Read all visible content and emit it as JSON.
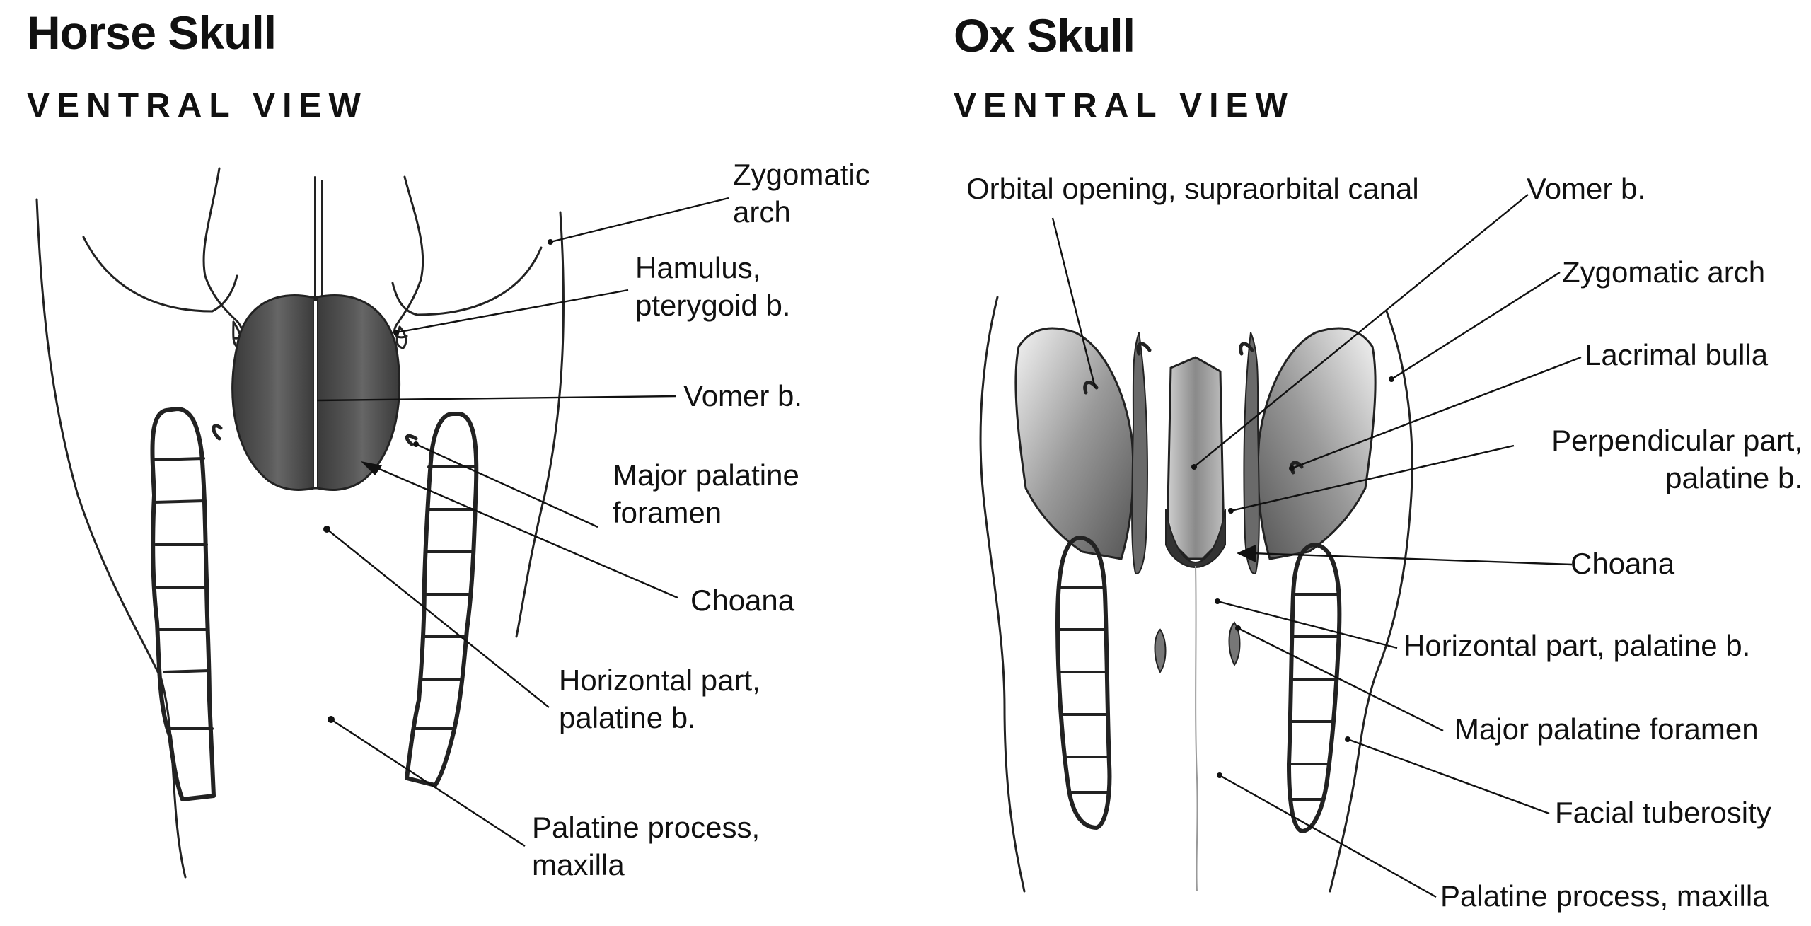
{
  "horse": {
    "title": "Horse Skull",
    "subtitle": "VENTRAL VIEW",
    "labels": {
      "zygomatic_arch": "Zygomatic\narch",
      "hamulus": "Hamulus,\npterygoid b.",
      "vomer": "Vomer b.",
      "major_palatine_foramen": "Major palatine\nforamen",
      "choana": "Choana",
      "horizontal_part": "Horizontal part,\npalatine b.",
      "palatine_process": "Palatine process,\nmaxilla"
    }
  },
  "ox": {
    "title": "Ox Skull",
    "subtitle": "VENTRAL VIEW",
    "labels": {
      "orbital_opening": "Orbital opening, supraorbital canal",
      "vomer": "Vomer b.",
      "zygomatic_arch": "Zygomatic arch",
      "lacrimal_bulla": "Lacrimal bulla",
      "perpendicular_part": "Perpendicular part,\npalatine b.",
      "choana": "Choana",
      "horizontal_part": "Horizontal part, palatine b.",
      "major_palatine_foramen": "Major palatine foramen",
      "facial_tuberosity": "Facial tuberosity",
      "palatine_process": "Palatine process, maxilla"
    }
  },
  "colors": {
    "ink": "#111111",
    "shade_dark": "#4a4a4a",
    "shade_mid": "#8a8a8a",
    "shade_light": "#cfcfcf"
  }
}
